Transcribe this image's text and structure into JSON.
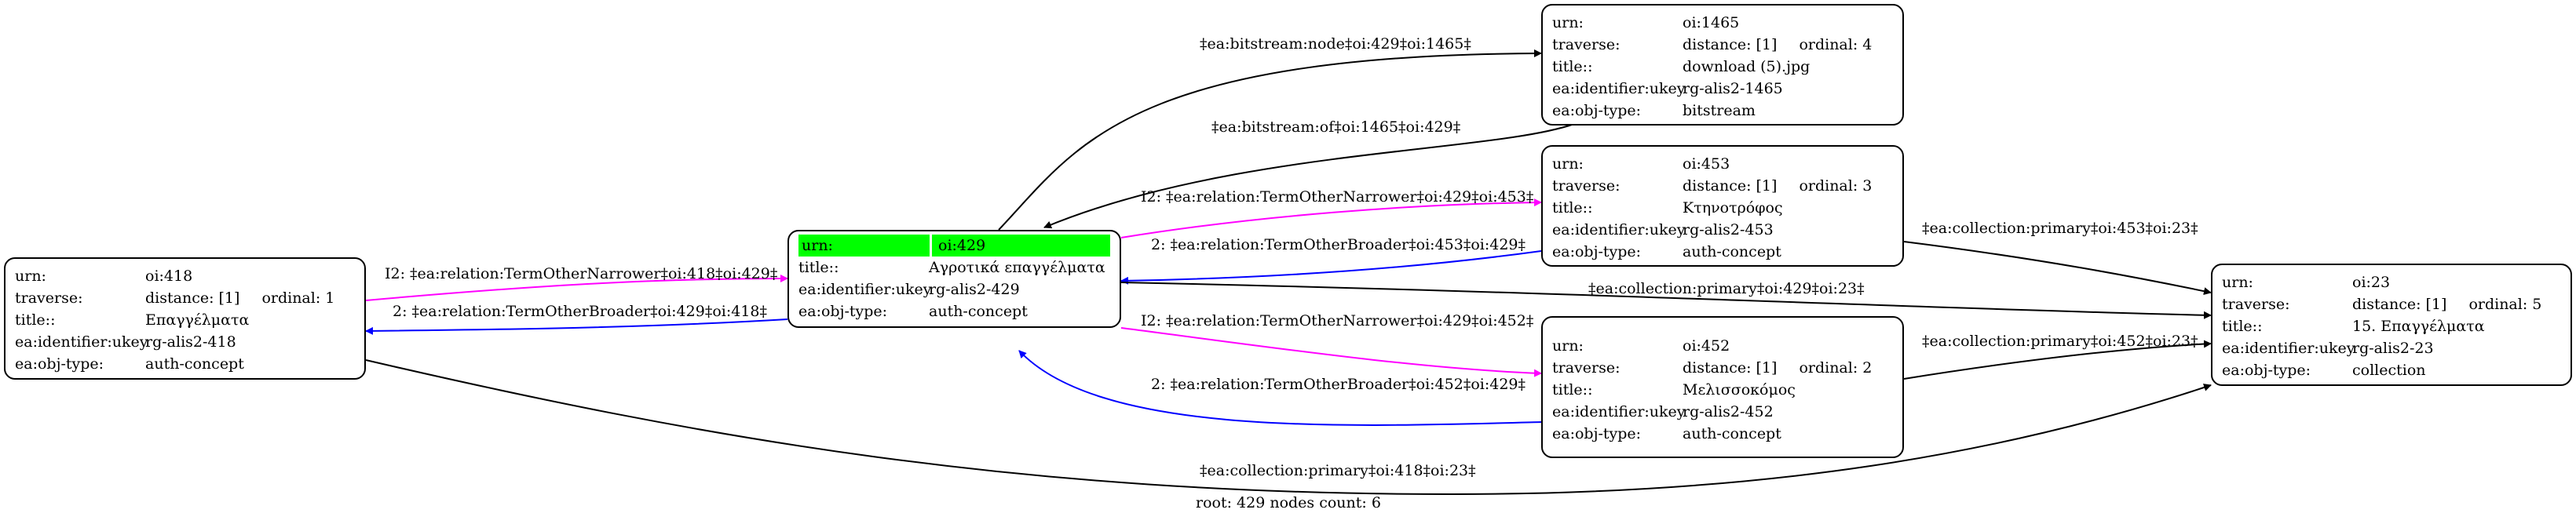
{
  "nodes": {
    "n418": {
      "urn_key": "urn:",
      "urn": "oi:418",
      "traverse_key": "traverse:",
      "distance": "distance: [1]",
      "ordinal": "ordinal: 1",
      "title_key": "title::",
      "title": "Επαγγέλματα",
      "ident_key": "ea:identifier:ukey",
      "ident": "rg-alis2-418",
      "type_key": "ea:obj-type:",
      "type": "auth-concept"
    },
    "n429": {
      "urn_key": "urn:",
      "urn": "oi:429",
      "title_key": "title::",
      "title": "Αγροτικά επαγγέλματα",
      "ident_key": "ea:identifier:ukey",
      "ident": "rg-alis2-429",
      "type_key": "ea:obj-type:",
      "type": "auth-concept"
    },
    "n1465": {
      "urn_key": "urn:",
      "urn": "oi:1465",
      "traverse_key": "traverse:",
      "distance": "distance: [1]",
      "ordinal": "ordinal: 4",
      "title_key": "title::",
      "title": "download (5).jpg",
      "ident_key": "ea:identifier:ukey",
      "ident": "rg-alis2-1465",
      "type_key": "ea:obj-type:",
      "type": "bitstream"
    },
    "n453": {
      "urn_key": "urn:",
      "urn": "oi:453",
      "traverse_key": "traverse:",
      "distance": "distance: [1]",
      "ordinal": "ordinal: 3",
      "title_key": "title::",
      "title": "Κτηνοτρόφος",
      "ident_key": "ea:identifier:ukey",
      "ident": "rg-alis2-453",
      "type_key": "ea:obj-type:",
      "type": "auth-concept"
    },
    "n452": {
      "urn_key": "urn:",
      "urn": "oi:452",
      "traverse_key": "traverse:",
      "distance": "distance: [1]",
      "ordinal": "ordinal: 2",
      "title_key": "title::",
      "title": "Μελισσοκόμος",
      "ident_key": "ea:identifier:ukey",
      "ident": "rg-alis2-452",
      "type_key": "ea:obj-type:",
      "type": "auth-concept"
    },
    "n23": {
      "urn_key": "urn:",
      "urn": "oi:23",
      "traverse_key": "traverse:",
      "distance": "distance: [1]",
      "ordinal": "ordinal: 5",
      "title_key": "title::",
      "title": "15. Επαγγέλματα",
      "ident_key": "ea:identifier:ukey",
      "ident": "rg-alis2-23",
      "type_key": "ea:obj-type:",
      "type": "collection"
    }
  },
  "edges": {
    "e1": {
      "label": "I2: ‡ea:relation:TermOtherNarrower‡oi:418‡oi:429‡",
      "color": "#ff00ff"
    },
    "e2": {
      "label": "2: ‡ea:relation:TermOtherBroader‡oi:429‡oi:418‡",
      "color": "#0000ff"
    },
    "e3": {
      "label": "‡ea:bitstream:node‡oi:429‡oi:1465‡",
      "color": "#000000"
    },
    "e4": {
      "label": "‡ea:bitstream:of‡oi:1465‡oi:429‡",
      "color": "#000000"
    },
    "e5": {
      "label": "I2: ‡ea:relation:TermOtherNarrower‡oi:429‡oi:453‡",
      "color": "#ff00ff"
    },
    "e6": {
      "label": "2: ‡ea:relation:TermOtherBroader‡oi:453‡oi:429‡",
      "color": "#0000ff"
    },
    "e7": {
      "label": "‡ea:collection:primary‡oi:429‡oi:23‡",
      "color": "#000000"
    },
    "e8": {
      "label": "I2: ‡ea:relation:TermOtherNarrower‡oi:429‡oi:452‡",
      "color": "#ff00ff"
    },
    "e9": {
      "label": "2: ‡ea:relation:TermOtherBroader‡oi:452‡oi:429‡",
      "color": "#0000ff"
    },
    "e10": {
      "label": "‡ea:collection:primary‡oi:453‡oi:23‡",
      "color": "#000000"
    },
    "e11": {
      "label": "‡ea:collection:primary‡oi:452‡oi:23‡",
      "color": "#000000"
    },
    "e12": {
      "label": "‡ea:collection:primary‡oi:418‡oi:23‡",
      "color": "#000000"
    }
  },
  "highlight_color": "#00ff00",
  "footer": "root: 429 nodes count: 6"
}
